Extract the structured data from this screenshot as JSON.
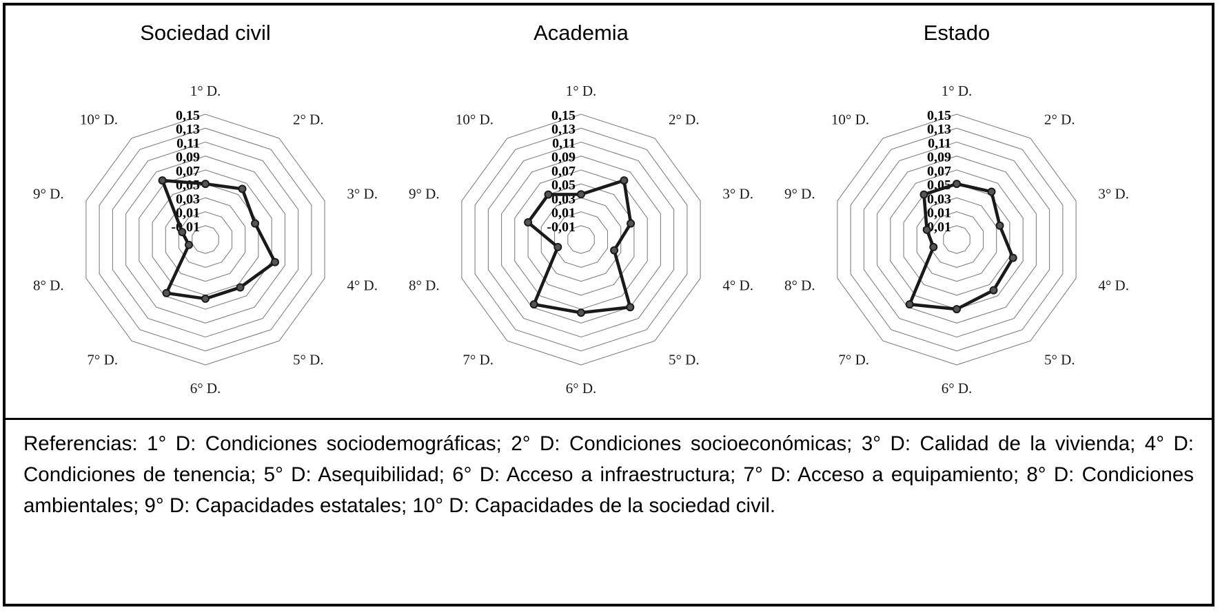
{
  "figure": {
    "background": "#ffffff",
    "border_color": "#000000",
    "line_color": "#1a1a1a",
    "grid_color": "#808080"
  },
  "caption": {
    "text": "Referencias: 1° D: Condiciones sociodemográficas; 2° D: Condiciones socioeconómicas; 3° D: Calidad de la vivienda; 4° D: Condiciones de tenencia; 5° D: Asequibilidad; 6° D: Acceso a infraestructura; 7° D: Acceso a equipamiento; 8° D: Condiciones ambientales; 9° D: Capacidades estatales; 10° D: Capacidades de la sociedad civil."
  },
  "chart_data": [
    {
      "type": "line",
      "subtype": "radar",
      "title": "Sociedad civil",
      "categories": [
        "1° D.",
        "2° D.",
        "3° D.",
        "4° D.",
        "5° D.",
        "6° D.",
        "7° D.",
        "8° D.",
        "9° D.",
        "10° D."
      ],
      "tick_labels": [
        "0,15",
        "0,13",
        "0,11",
        "0,09",
        "0,07",
        "0,05",
        "0,03",
        "0,01",
        "-0,01"
      ],
      "tick_values": [
        0.15,
        0.13,
        0.11,
        0.09,
        0.07,
        0.05,
        0.03,
        0.01,
        -0.01
      ],
      "rlim": [
        -0.03,
        0.15
      ],
      "values": [
        0.05,
        0.06,
        0.045,
        0.075,
        0.055,
        0.055,
        0.065,
        -0.005,
        0.005,
        0.075
      ],
      "grid": true,
      "legend": "none"
    },
    {
      "type": "line",
      "subtype": "radar",
      "title": "Academia",
      "categories": [
        "1° D.",
        "2° D.",
        "3° D.",
        "4° D.",
        "5° D.",
        "6° D.",
        "7° D.",
        "8° D.",
        "9° D.",
        "10° D."
      ],
      "tick_labels": [
        "0,15",
        "0,13",
        "0,11",
        "0,09",
        "0,07",
        "0,05",
        "0,03",
        "0,01",
        "-0,01"
      ],
      "tick_values": [
        0.15,
        0.13,
        0.11,
        0.09,
        0.07,
        0.05,
        0.03,
        0.01,
        -0.01
      ],
      "rlim": [
        -0.03,
        0.15
      ],
      "values": [
        0.035,
        0.075,
        0.045,
        0.02,
        0.09,
        0.075,
        0.085,
        0.005,
        0.05,
        0.05
      ],
      "grid": true,
      "legend": "none"
    },
    {
      "type": "line",
      "subtype": "radar",
      "title": "Estado",
      "categories": [
        "1° D.",
        "2° D.",
        "3° D.",
        "4° D.",
        "5° D.",
        "6° D.",
        "7° D.",
        "8° D.",
        "9° D.",
        "10° D."
      ],
      "tick_labels": [
        "0,15",
        "0,13",
        "0,11",
        "0,09",
        "0,07",
        "0,05",
        "0,03",
        "0,01",
        "-0,01"
      ],
      "tick_values": [
        0.15,
        0.13,
        0.11,
        0.09,
        0.07,
        0.05,
        0.03,
        0.01,
        -0.01
      ],
      "rlim": [
        -0.03,
        0.15
      ],
      "values": [
        0.05,
        0.055,
        0.035,
        0.055,
        0.06,
        0.07,
        0.085,
        0.005,
        0.015,
        0.05
      ],
      "grid": true,
      "legend": "none"
    }
  ]
}
